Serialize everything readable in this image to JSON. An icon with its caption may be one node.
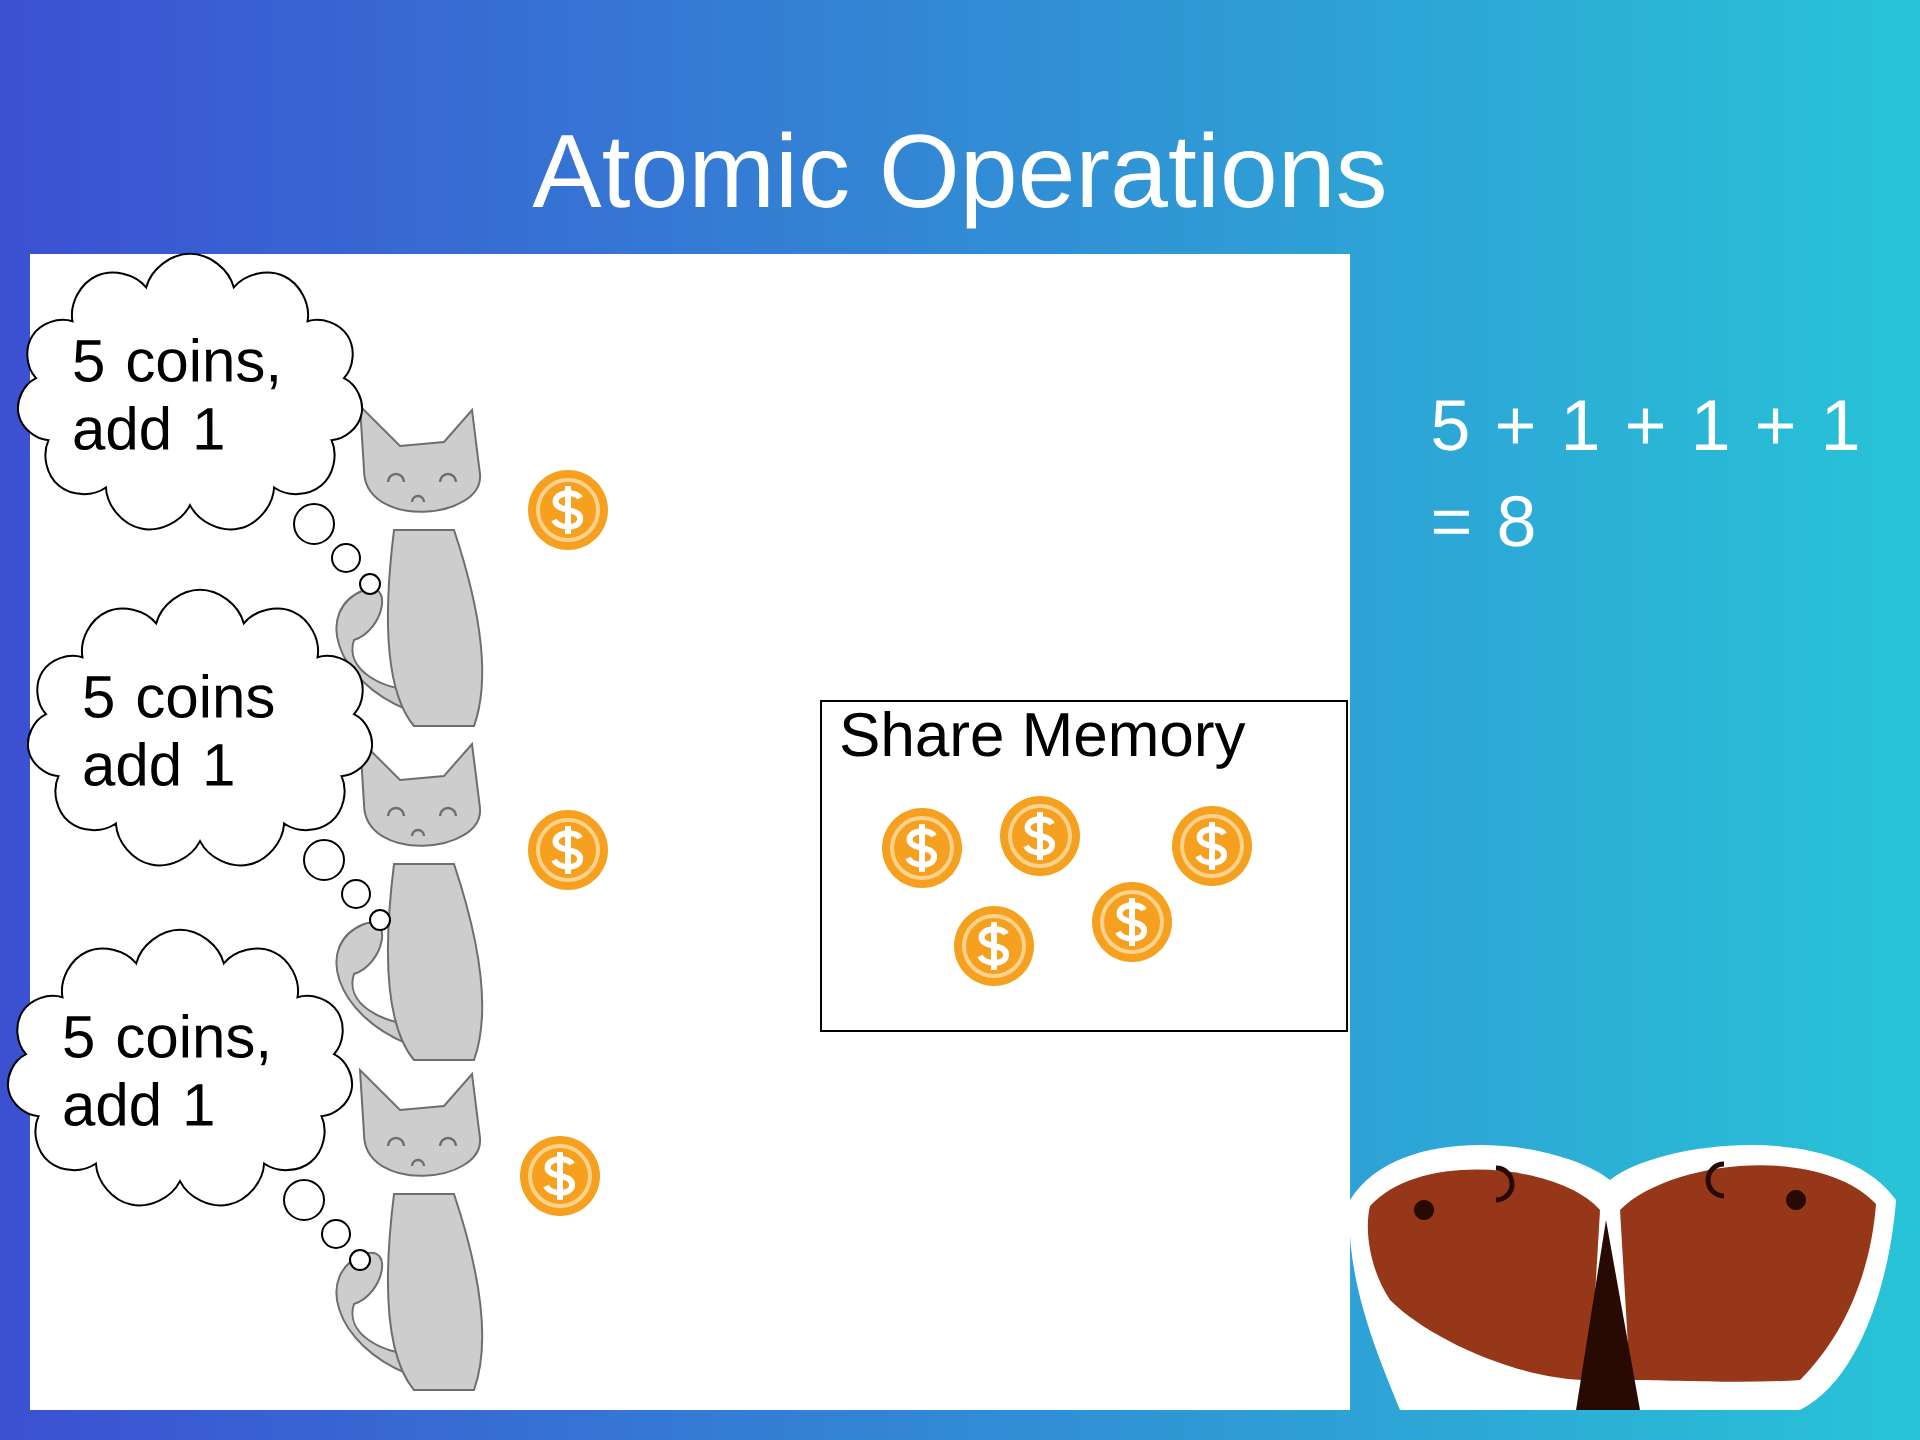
{
  "diagram": {
    "title": "Atomic Operations",
    "nodes": [
      {
        "text": [
          "5 coins, add 1"
        ]
      },
      {
        "text": [
          "5 coins add 1"
        ]
      },
      {
        "text": [
          "5 coins, add 1"
        ]
      },
      {
        "text": [
          "Share Memory"
        ]
      }
    ],
    "labels": [
      "5 + 1 + 1 + 1 = 8"
    ]
  }
}
